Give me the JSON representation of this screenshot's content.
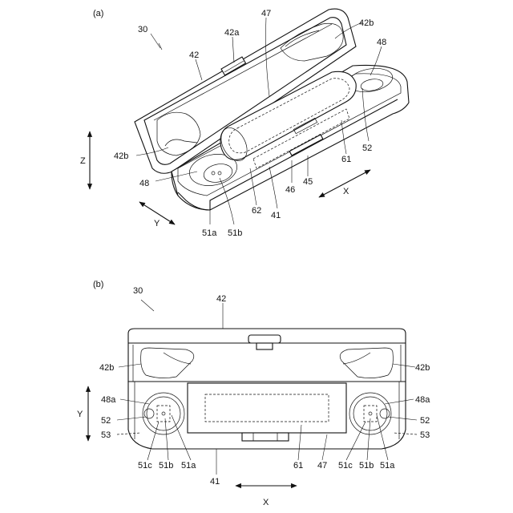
{
  "panel_a": {
    "tag": "(a)",
    "labels": {
      "n30": "30",
      "n47": "47",
      "n42b_top": "42b",
      "n42a": "42a",
      "n42": "42",
      "n48_right": "48",
      "z": "Z",
      "n42b_left": "42b",
      "n48_left": "48",
      "n52": "52",
      "n61": "61",
      "n45": "45",
      "n46": "46",
      "x": "X",
      "n62": "62",
      "n41": "41",
      "y": "Y",
      "n51a": "51a",
      "n51b": "51b"
    }
  },
  "panel_b": {
    "tag": "(b)",
    "labels": {
      "n30": "30",
      "n42": "42",
      "n42b_left": "42b",
      "n42b_right": "42b",
      "n48a_left": "48a",
      "n48a_right": "48a",
      "y": "Y",
      "n52_left": "52",
      "n52_right": "52",
      "n53_left": "53",
      "n53_right": "53",
      "n51c_left": "51c",
      "n51b_left": "51b",
      "n51a_left": "51a",
      "n61": "61",
      "n47": "47",
      "n51c_right": "51c",
      "n51b_right": "51b",
      "n51a_right": "51a",
      "n41": "41",
      "x": "X"
    }
  }
}
